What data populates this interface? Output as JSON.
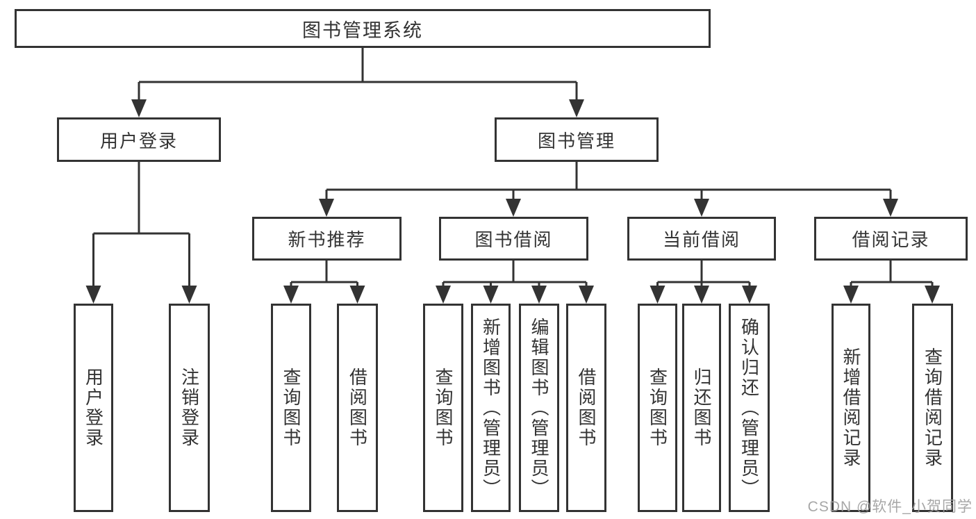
{
  "tree": {
    "root": {
      "label": "图书管理系统"
    },
    "branches": [
      {
        "label": "用户登录",
        "children": [
          {
            "label": "用户登录"
          },
          {
            "label": "注销登录"
          }
        ]
      },
      {
        "label": "图书管理",
        "sections": [
          {
            "label": "新书推荐",
            "children": [
              {
                "label": "查询图书"
              },
              {
                "label": "借阅图书"
              }
            ]
          },
          {
            "label": "图书借阅",
            "children": [
              {
                "label": "查询图书"
              },
              {
                "label": "新增图书（管理员）"
              },
              {
                "label": "编辑图书（管理员）"
              },
              {
                "label": "借阅图书"
              }
            ]
          },
          {
            "label": "当前借阅",
            "children": [
              {
                "label": "查询图书"
              },
              {
                "label": "归还图书"
              },
              {
                "label": "确认归还（管理员）"
              }
            ]
          },
          {
            "label": "借阅记录",
            "children": [
              {
                "label": "新增借阅记录"
              },
              {
                "label": "查询借阅记录"
              }
            ]
          }
        ]
      }
    ]
  },
  "watermark": {
    "text": "CSDN @软件_小贺同学"
  },
  "colors": {
    "line": "#333333",
    "box_background": "#ffffff",
    "watermark": "#9e9e9e"
  }
}
